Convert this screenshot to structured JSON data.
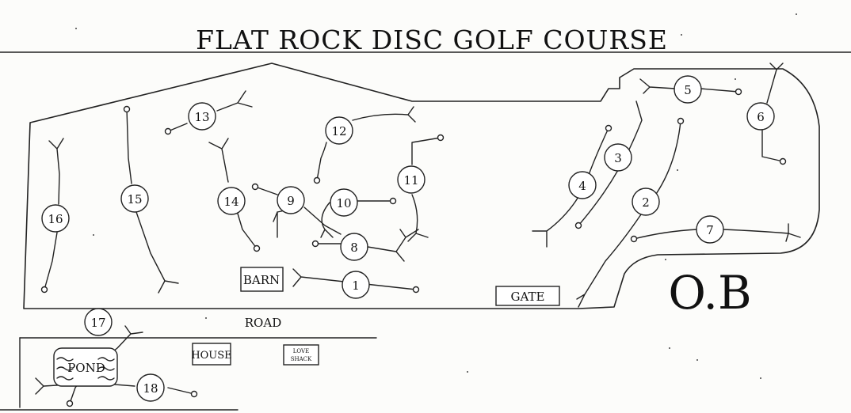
{
  "title": "FLAT ROCK DISC GOLF COURSE",
  "ob_label": "O.B",
  "landmarks": {
    "barn": "BARN",
    "gate": "GATE",
    "road": "ROAD",
    "house": "HOUSE",
    "pond": "POND",
    "love_shack_line1": "LOVE",
    "love_shack_line2": "SHACK"
  },
  "holes": [
    "1",
    "2",
    "3",
    "4",
    "5",
    "6",
    "7",
    "8",
    "9",
    "10",
    "11",
    "12",
    "13",
    "14",
    "15",
    "16",
    "17",
    "18"
  ]
}
